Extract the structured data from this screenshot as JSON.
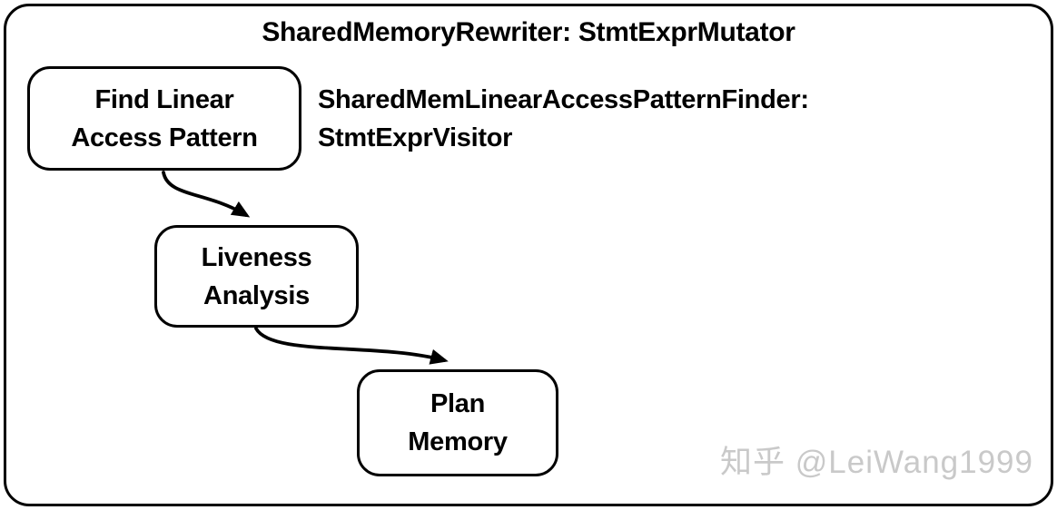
{
  "diagram": {
    "title": "SharedMemoryRewriter: StmtExprMutator",
    "nodes": [
      {
        "id": "find-linear-access-pattern",
        "label": "Find Linear\nAccess Pattern"
      },
      {
        "id": "liveness-analysis",
        "label": "Liveness\nAnalysis"
      },
      {
        "id": "plan-memory",
        "label": "Plan\nMemory"
      }
    ],
    "annotation": "SharedMemLinearAccessPatternFinder:\nStmtExprVisitor",
    "edges": [
      {
        "from": "find-linear-access-pattern",
        "to": "liveness-analysis"
      },
      {
        "from": "liveness-analysis",
        "to": "plan-memory"
      }
    ],
    "colors": {
      "stroke": "#000000",
      "background": "#ffffff",
      "watermark": "#c9c9c9"
    }
  },
  "watermark": {
    "text": "知乎 @LeiWang1999"
  }
}
